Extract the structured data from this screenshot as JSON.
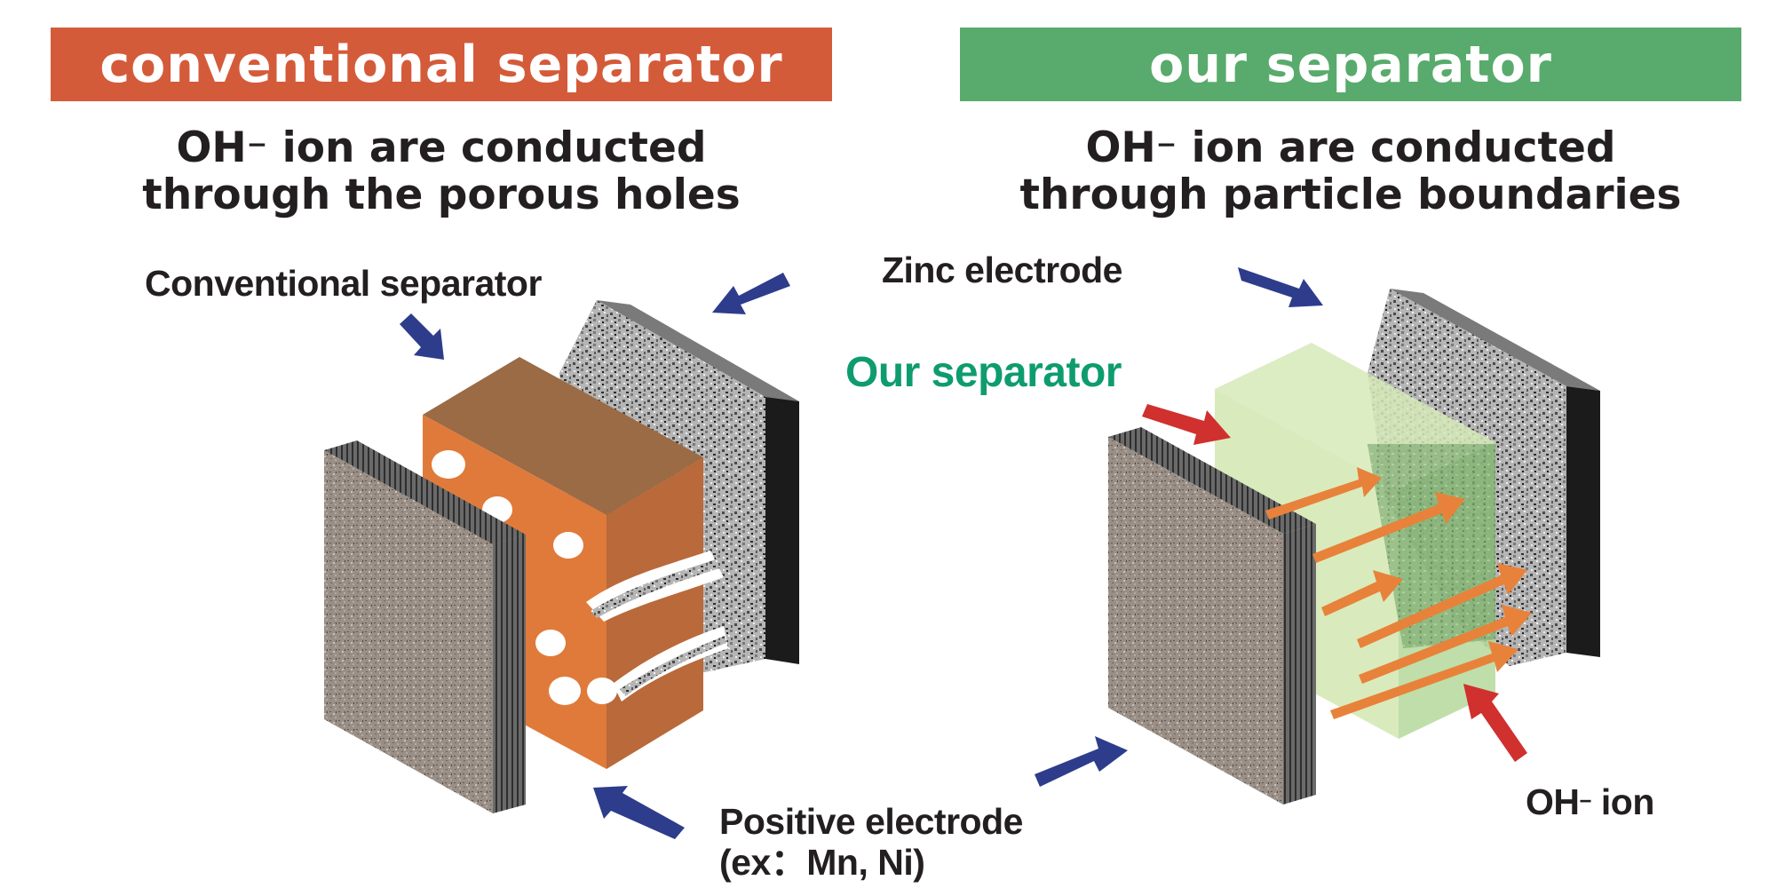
{
  "left": {
    "banner": "conventional separator",
    "caption_line1_pre": "OH",
    "caption_line1_sup": "−",
    "caption_line1_post": " ion are conducted",
    "caption_line2": "through the porous holes",
    "label_separator": "Conventional separator"
  },
  "right": {
    "banner": "our separator",
    "caption_line1_pre": "OH",
    "caption_line1_sup": "−",
    "caption_line1_post": " ion are conducted",
    "caption_line2": "through particle boundaries",
    "label_separator": "Our separator",
    "label_ion_pre": "OH",
    "label_ion_sup": "−",
    "label_ion_post": " ion"
  },
  "shared": {
    "label_zinc": "Zinc electrode",
    "label_positive_line1": "Positive electrode",
    "label_positive_line2": "(ex：Mn, Ni)"
  },
  "colors": {
    "banner_left": "#d45b3a",
    "banner_right": "#58ab6c",
    "pointer_blue": "#2e3c8c",
    "pointer_red": "#d0302e",
    "ion_arrow_orange": "#e8823a",
    "separator_orange": "#e07a3a",
    "separator_green": "#c8e3a8",
    "our_separator_text": "#0e9c6e"
  },
  "icons": [
    "blue-pointer-arrow-icon",
    "red-pointer-arrow-icon",
    "orange-ion-arrow-icon"
  ]
}
